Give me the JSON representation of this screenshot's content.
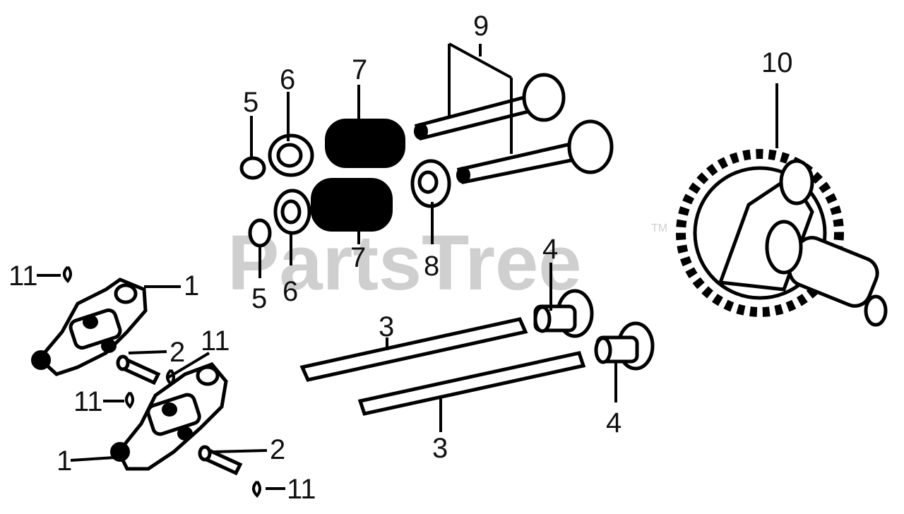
{
  "watermark": {
    "text": "PartsTree",
    "trademark": "TM"
  },
  "callouts": [
    {
      "id": "c-9",
      "label": "9"
    },
    {
      "id": "c-10",
      "label": "10"
    },
    {
      "id": "c-7a",
      "label": "7"
    },
    {
      "id": "c-6a",
      "label": "6"
    },
    {
      "id": "c-5a",
      "label": "5"
    },
    {
      "id": "c-7b",
      "label": "7"
    },
    {
      "id": "c-8",
      "label": "8"
    },
    {
      "id": "c-6b",
      "label": "6"
    },
    {
      "id": "c-5b",
      "label": "5"
    },
    {
      "id": "c-4a",
      "label": "4"
    },
    {
      "id": "c-4b",
      "label": "4"
    },
    {
      "id": "c-3a",
      "label": "3"
    },
    {
      "id": "c-3b",
      "label": "3"
    },
    {
      "id": "c-1a",
      "label": "1"
    },
    {
      "id": "c-1b",
      "label": "1"
    },
    {
      "id": "c-2a",
      "label": "2"
    },
    {
      "id": "c-2b",
      "label": "2"
    },
    {
      "id": "c-11a",
      "label": "11"
    },
    {
      "id": "c-11b",
      "label": "11"
    },
    {
      "id": "c-11c",
      "label": "11"
    },
    {
      "id": "c-11d",
      "label": "11"
    }
  ]
}
